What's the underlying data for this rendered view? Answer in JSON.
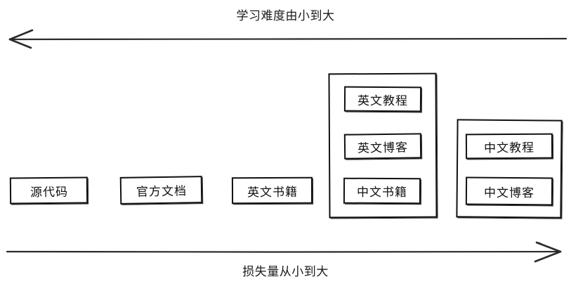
{
  "diagram": {
    "title_top": "学习难度由小到大",
    "title_bottom": "损失量从小到大",
    "top_axis": {
      "label": "学习难度由小到大",
      "direction": "left",
      "arrow_head": "left-arrowhead"
    },
    "bottom_axis": {
      "label": "损失量从小到大",
      "direction": "right",
      "arrow_head": "right-arrowhead"
    },
    "nodes": [
      {
        "id": "source-code",
        "label": "源代码"
      },
      {
        "id": "official-docs",
        "label": "官方文档"
      },
      {
        "id": "english-books",
        "label": "英文书籍"
      }
    ],
    "groups": [
      {
        "id": "english-group",
        "items": [
          {
            "id": "english-tutorial",
            "label": "英文教程"
          },
          {
            "id": "english-blog",
            "label": "英文博客"
          },
          {
            "id": "chinese-books",
            "label": "中文书籍"
          }
        ]
      },
      {
        "id": "chinese-group",
        "items": [
          {
            "id": "chinese-tutorial",
            "label": "中文教程"
          },
          {
            "id": "chinese-blog",
            "label": "中文博客"
          }
        ]
      }
    ],
    "colors": {
      "stroke": "#111111",
      "text": "#111111",
      "background": "#ffffff"
    }
  }
}
